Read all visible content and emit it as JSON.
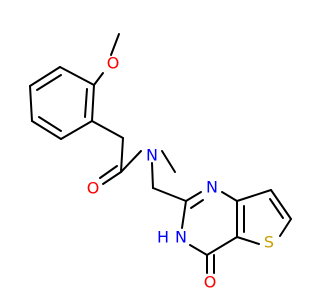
{
  "molecule": {
    "atoms": {
      "o_methoxy": {
        "text": "O",
        "color": "#ff0000"
      },
      "o_carbonyl": {
        "text": "O",
        "color": "#ff0000"
      },
      "n_amide": {
        "text": "N",
        "color": "#0000ff"
      },
      "n_pyrimidine": {
        "text": "N",
        "color": "#0000ff"
      },
      "nh_pyrimidinone": {
        "text": "N",
        "color": "#0000ff"
      },
      "h_pyrimidinone": {
        "text": "H",
        "color": "#0000ff"
      },
      "o_pyrimidinone": {
        "text": "O",
        "color": "#ff0000"
      },
      "s_thiophene": {
        "text": "S",
        "color": "#c8a000"
      }
    },
    "colors": {
      "bond": "#000000",
      "oxygen": "#ff0000",
      "nitrogen": "#0000ff",
      "sulfur": "#c8a000",
      "background": "#ffffff"
    }
  }
}
